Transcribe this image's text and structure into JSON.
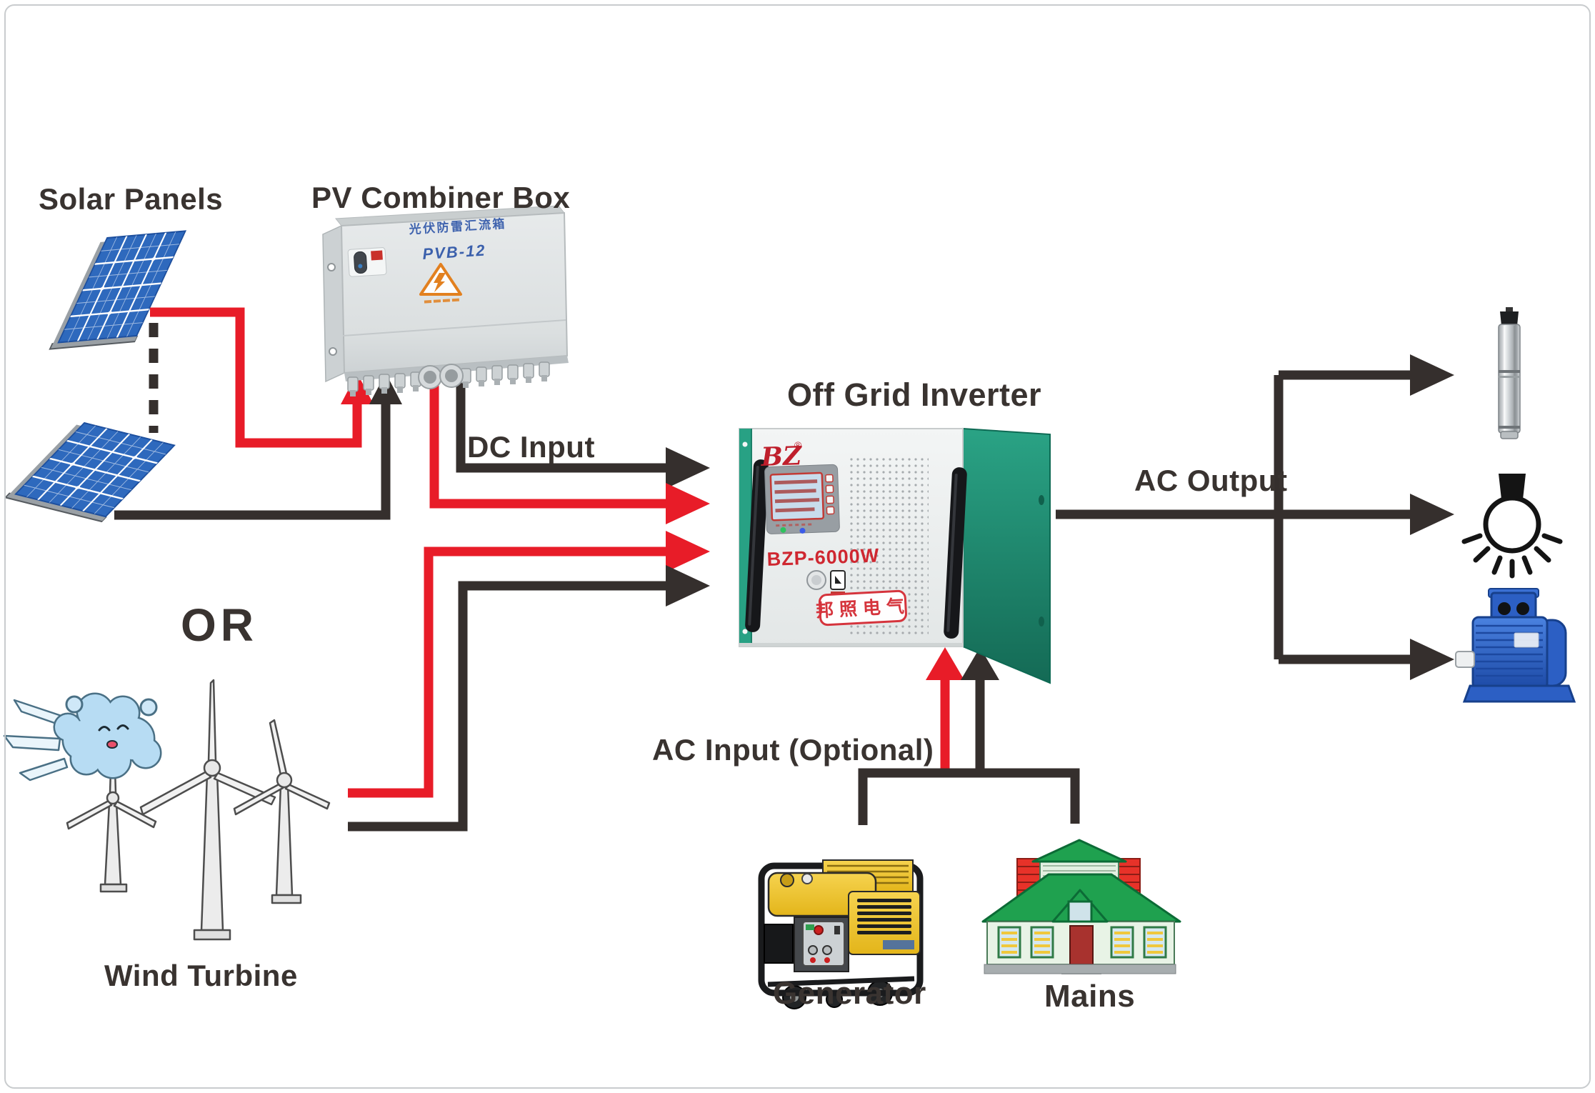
{
  "labels": {
    "solar_panels": "Solar Panels",
    "pv_combiner_box": "PV Combiner Box",
    "off_grid_inverter": "Off Grid Inverter",
    "dc_input": "DC Input",
    "ac_output": "AC Output",
    "ac_input_optional": "AC Input (Optional)",
    "or": "OR",
    "wind_turbine": "Wind Turbine",
    "generator": "Generator",
    "mains": "Mains"
  },
  "devices": {
    "combiner": {
      "header_cn": "光伏防雷汇流箱",
      "model": "PVB-12"
    },
    "inverter": {
      "logo": "BZ",
      "reg": "®",
      "model": "BZP-6000W",
      "brand_cn": "邦照电气"
    }
  },
  "colors": {
    "wire_red": "#e81c28",
    "wire_black": "#352f2d",
    "label_text": "#393330",
    "inverter_teal": "#28a184",
    "panel_blue": "#2e69bd",
    "combiner_text_blue": "#3f63ae",
    "brand_red": "#d5343c",
    "house_green": "#1fa14f",
    "generator_yellow": "#f2c93c",
    "motor_blue": "#2c5fc4"
  },
  "icons": {
    "solar_panel": "solar-panel-icon",
    "combiner_box": "pv-combiner-box-icon",
    "inverter_unit": "off-grid-inverter-icon",
    "wind_cloud": "wind-cloud-icon",
    "wind_turbines": "wind-turbine-icon",
    "generator": "generator-icon",
    "house": "mains-house-icon",
    "pump": "submersible-pump-icon",
    "bulb": "light-bulb-icon",
    "motor": "electric-motor-icon",
    "arrows": "flow-arrow-icon"
  }
}
